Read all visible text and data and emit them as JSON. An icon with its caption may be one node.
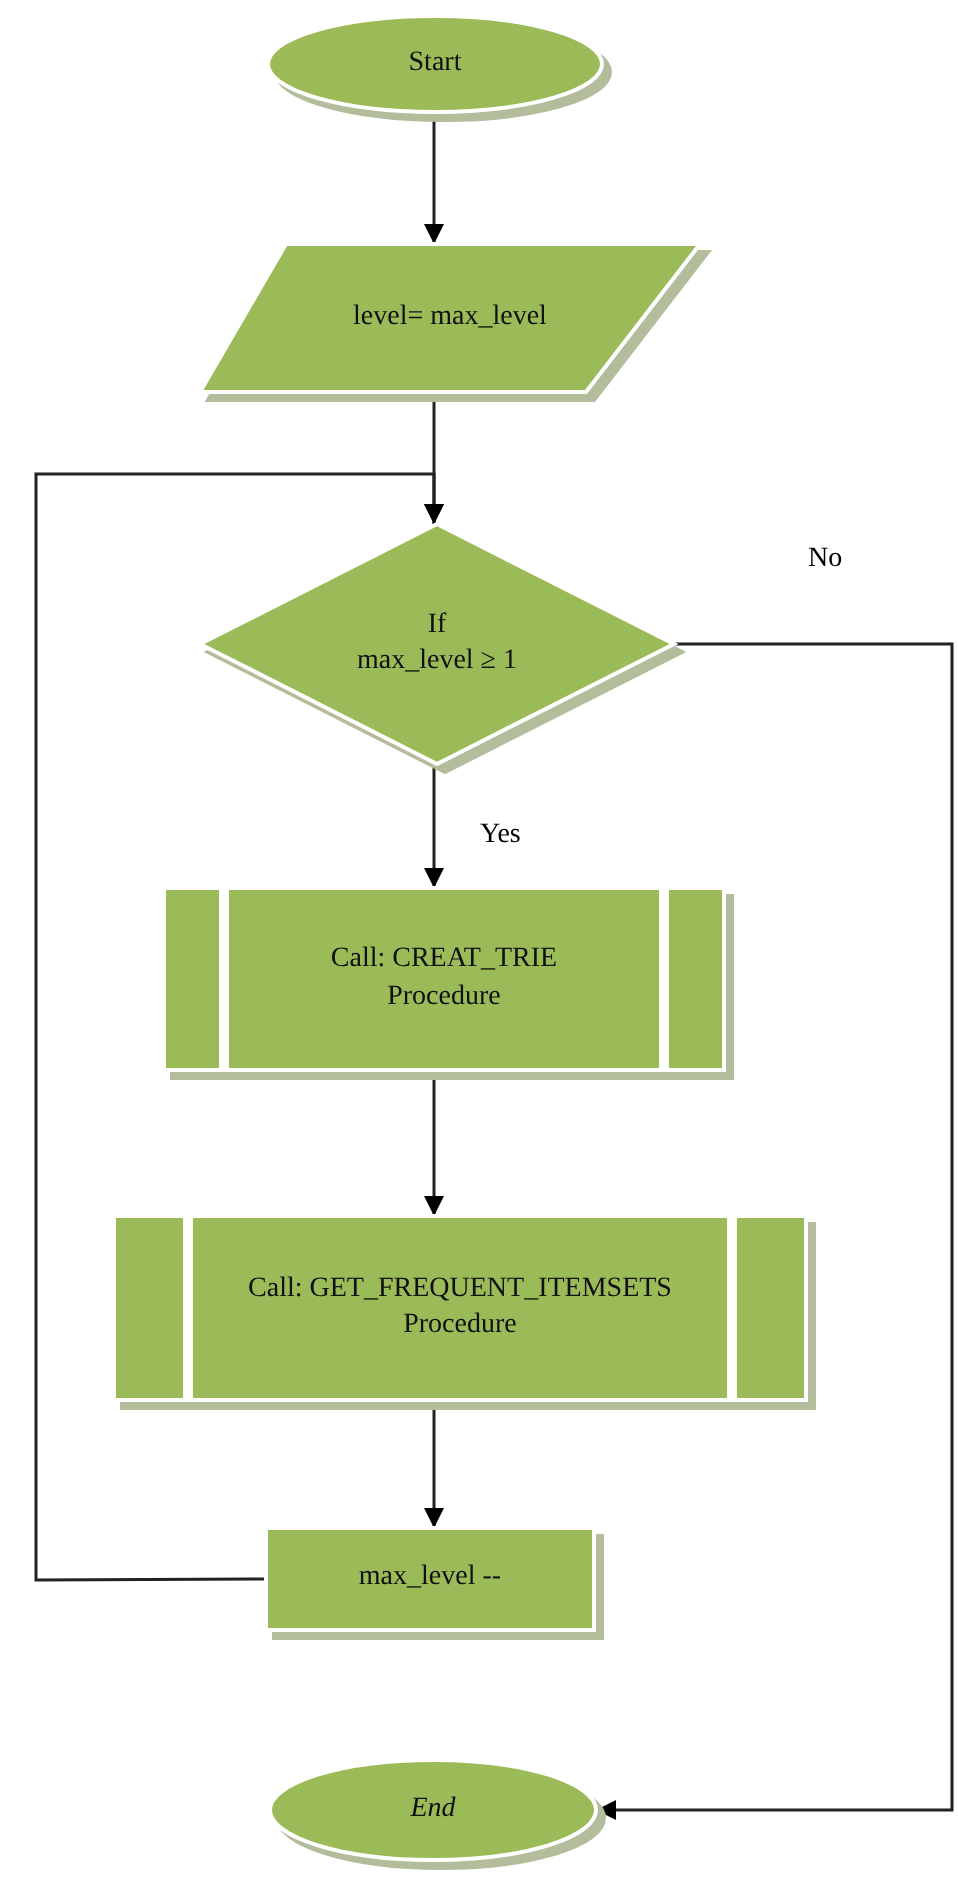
{
  "diagram": {
    "nodes": [
      {
        "text": [
          "Start"
        ]
      },
      {
        "text": [
          "level= max_level"
        ]
      },
      {
        "text": [
          "If",
          "max_level ≥ 1"
        ]
      },
      {
        "text": [
          "Call: CREAT_TRIE Procedure"
        ]
      },
      {
        "text": [
          "Call: GET_FREQUENT_ITEMSETS Procedure"
        ]
      },
      {
        "text": [
          "max_level --"
        ]
      },
      {
        "text": [
          "End"
        ]
      }
    ],
    "edges": [
      {
        "from": 0,
        "to": 1,
        "arrow": "to"
      },
      {
        "from": 1,
        "to": 2,
        "arrow": "to"
      },
      {
        "from": 2,
        "to": 3,
        "arrow": "to",
        "label": "Yes"
      },
      {
        "from": 3,
        "to": 4,
        "arrow": "to"
      },
      {
        "from": 4,
        "to": 5,
        "arrow": "to"
      },
      {
        "from": 5,
        "to": 2,
        "arrow": "to"
      },
      {
        "from": 2,
        "to": 6,
        "arrow": "to",
        "label": "No"
      }
    ]
  }
}
